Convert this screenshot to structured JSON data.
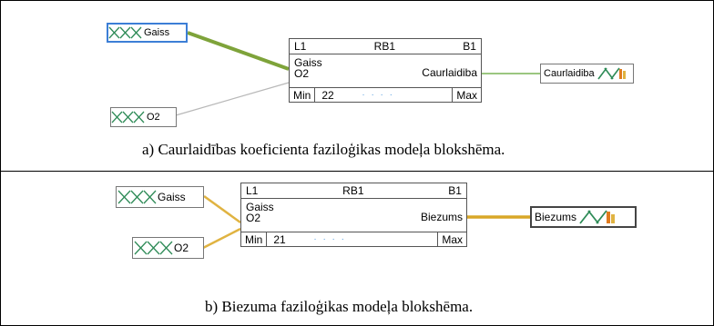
{
  "panel_a": {
    "inputs": [
      "Gaiss",
      "O2"
    ],
    "block": {
      "header": [
        "L1",
        "RB1",
        "B1"
      ],
      "inputs": [
        "Gaiss",
        "O2"
      ],
      "output": "Caurlaidiba",
      "min_label": "Min",
      "value": "22",
      "max_label": "Max"
    },
    "output_node": "Caurlaidiba",
    "caption": "a)  Caurlaidības koeficienta faziloģikas modeļa blokshēma.",
    "wire_colors": {
      "gaiss": "#7ea33a",
      "o2": "#b8b8b8",
      "output": "#7ab356"
    }
  },
  "panel_b": {
    "inputs": [
      "Gaiss",
      "O2"
    ],
    "block": {
      "header": [
        "L1",
        "RB1",
        "B1"
      ],
      "inputs": [
        "Gaiss",
        "O2"
      ],
      "output": "Biezums",
      "min_label": "Min",
      "value": "21",
      "max_label": "Max"
    },
    "output_node": "Biezums",
    "caption": "b)  Biezuma faziloģikas modeļa blokshēma.",
    "wire_colors": {
      "gaiss": "#e0b341",
      "o2": "#e0b341",
      "output": "#d9a728"
    }
  },
  "colors": {
    "fuzzy_icon": "#2e8b57",
    "selection": "#3c7ed6"
  }
}
